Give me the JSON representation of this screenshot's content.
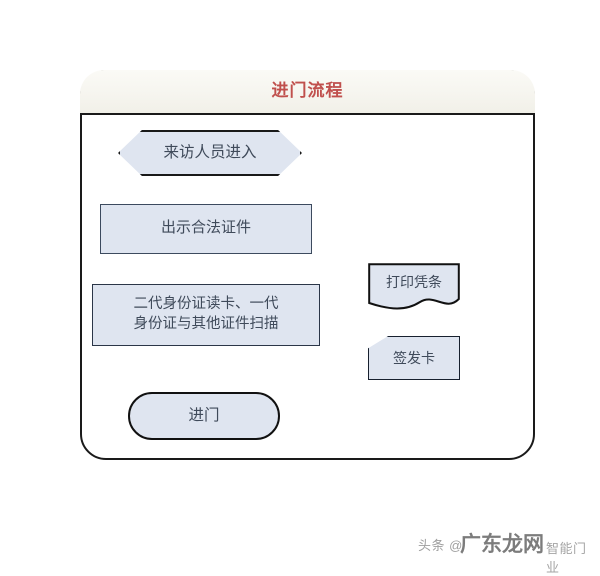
{
  "diagram": {
    "title": "进门流程",
    "title_color": "#c0504d",
    "node_fill": "#dfe5f0",
    "connector_color": "#2e4a72",
    "nodes": {
      "start": {
        "label": "来访人员进入",
        "shape": "hexagon"
      },
      "show_id": {
        "label": "出示合法证件",
        "shape": "rectangle"
      },
      "scan": {
        "label": "二代身份证读卡、一代\n身份证与其他证件扫描",
        "shape": "rectangle"
      },
      "print_receipt": {
        "label": "打印凭条",
        "shape": "document"
      },
      "issue_card": {
        "label": "签发卡",
        "shape": "card"
      },
      "enter": {
        "label": "进门",
        "shape": "terminator"
      }
    },
    "edges": [
      {
        "from": "start",
        "to": "show_id",
        "label": ""
      },
      {
        "from": "show_id",
        "to": "scan",
        "label": ""
      },
      {
        "from": "scan",
        "to": "print_receipt",
        "label": ""
      },
      {
        "from": "scan",
        "to": "issue_card",
        "label": ""
      },
      {
        "from": "scan",
        "to": "enter",
        "label": ""
      },
      {
        "from": "print_receipt",
        "to": "enter",
        "label": ""
      },
      {
        "from": "issue_card",
        "to": "enter",
        "label": ""
      }
    ]
  },
  "watermark": {
    "prefix": "头条 @",
    "brand": "广东龙网",
    "suffix": "智能门业"
  }
}
